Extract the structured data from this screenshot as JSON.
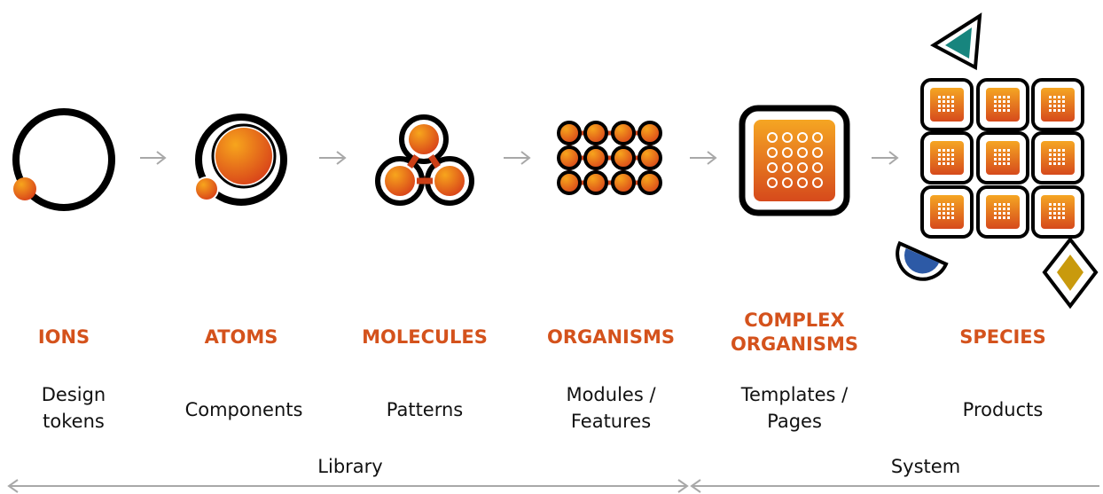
{
  "stages": [
    {
      "title": "IONS",
      "description": "Design\ntokens"
    },
    {
      "title": "ATOMS",
      "description": "Components"
    },
    {
      "title": "MOLECULES",
      "description": "Patterns"
    },
    {
      "title": "ORGANISMS",
      "description": "Modules /\nFeatures"
    },
    {
      "title": "COMPLEX\nORGANISMS",
      "description": "Templates /\nPages"
    },
    {
      "title": "SPECIES",
      "description": "Products"
    }
  ],
  "ranges": {
    "library": "Library",
    "system": "System"
  },
  "colors": {
    "accent": "#d4521c",
    "orange_light": "#f5a01a",
    "orange_dark": "#d9461b",
    "teal": "#17857e",
    "blue": "#2d5aa6",
    "gold": "#c99a0d",
    "arrow_gray": "#a8a8a8"
  }
}
